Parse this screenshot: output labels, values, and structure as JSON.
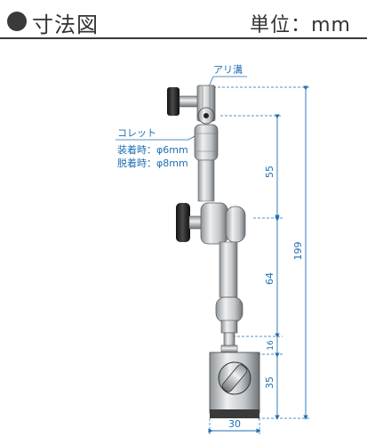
{
  "header": {
    "title": "寸法図",
    "unit": "単位：mm"
  },
  "labels": {
    "dovetail": "アリ溝",
    "collet": "コレット",
    "mount": "装着時：φ6mm",
    "dismount": "脱着時：φ8mm"
  },
  "dimensions": {
    "upper": "55",
    "middle": "64",
    "small": "16",
    "base": "35",
    "total": "199",
    "width": "30"
  },
  "colors": {
    "dimension": "#1f6fb4",
    "ink": "#333333",
    "metal": "#cfd3d6"
  }
}
